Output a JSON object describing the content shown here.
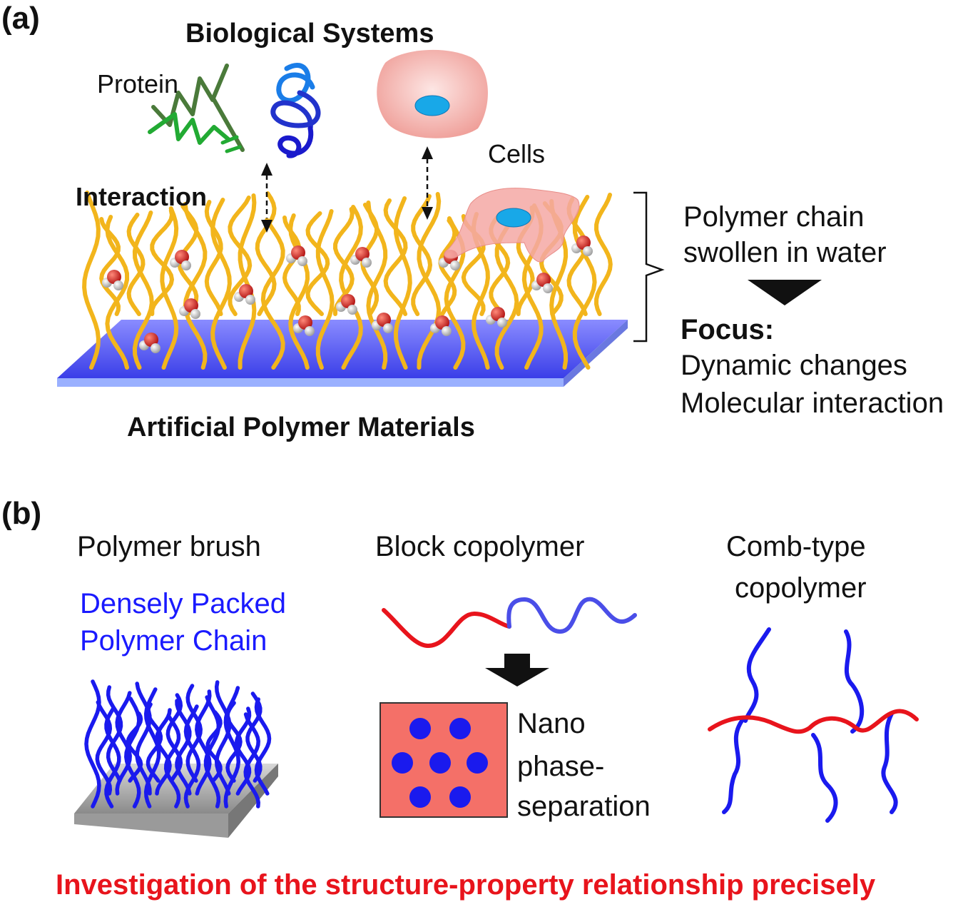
{
  "panel_a": {
    "label": "(a)",
    "title": "Biological Systems",
    "protein_label": "Protein",
    "cells_label": "Cells",
    "interaction_label": "Interaction",
    "substrate_label": "Artificial Polymer Materials",
    "side_text_1": "Polymer chain",
    "side_text_2": "swollen in water",
    "focus_heading": "Focus:",
    "focus_item_1": "Dynamic changes",
    "focus_item_2": "Molecular interaction"
  },
  "panel_b": {
    "label": "(b)",
    "brush_title": "Polymer brush",
    "brush_sub_1": "Densely Packed",
    "brush_sub_2": "Polymer Chain",
    "block_title": "Block copolymer",
    "nano_1": "Nano",
    "nano_2": "phase-",
    "nano_3": "separation",
    "comb_title_1": "Comb-type",
    "comb_title_2": "copolymer"
  },
  "footer": "Investigation of the structure-property relationship precisely",
  "colors": {
    "chain_yellow": "#f2b51c",
    "substrate_blue": "#5a5ef0",
    "polymer_blue": "#1a1aee",
    "polymer_red": "#e8141c",
    "cell_pink": "#f5b8b4",
    "nucleus": "#18a8e8",
    "phase_bg": "#f47068"
  }
}
